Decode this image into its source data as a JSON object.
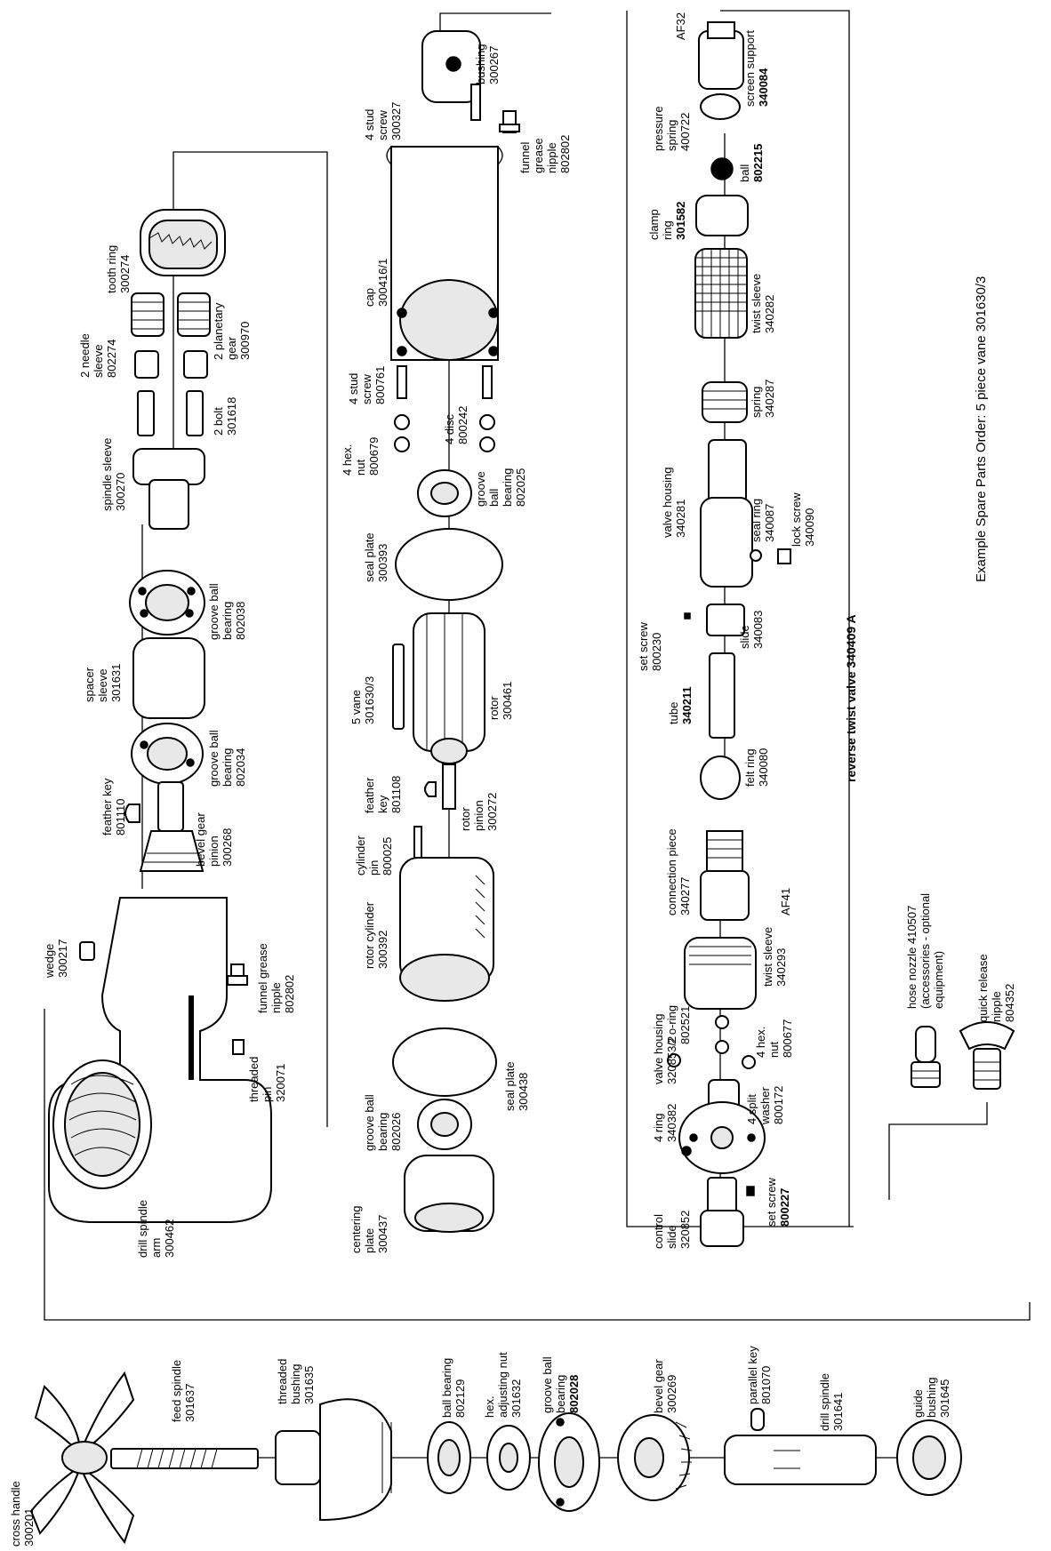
{
  "diagram": {
    "footer_note": "Example Spare Parts Order: 5 piece vane 301630/3",
    "assembly_title": "reverse twist valve 340409 A",
    "labels": {
      "cross_handle": [
        "cross handle",
        "300201"
      ],
      "feed_spindle": [
        "feed spindle",
        "301637"
      ],
      "threaded_bushing": [
        "threaded",
        "bushing",
        "301635"
      ],
      "ball_bearing_802129": [
        "ball bearing",
        "802129"
      ],
      "hex_adjusting_nut": [
        "hex.",
        "adjusting nut",
        "301632"
      ],
      "groove_ball_802028": [
        "groove ball",
        "bearing",
        "802028"
      ],
      "bevel_gear_300269": [
        "bevel gear",
        "300269"
      ],
      "parallel_key": [
        "parallel key",
        "801070"
      ],
      "drill_spindle": [
        "drill spindle",
        "301641"
      ],
      "guide_bushing": [
        "guide",
        "bushing",
        "301645"
      ],
      "drill_spindle_arm": [
        "drill spindle",
        "arm",
        "300462"
      ],
      "wedge": [
        "wedge",
        "300217"
      ],
      "funnel_grease_802802_a": [
        "funnel grease",
        "nipple",
        "802802"
      ],
      "threaded_pin": [
        "threaded",
        "pin",
        "320071"
      ],
      "feather_key_801110": [
        "feather key",
        "801110"
      ],
      "bevel_gear_pinion": [
        "bevel gear",
        "pinion",
        "300268"
      ],
      "groove_ball_802034": [
        "groove ball",
        "bearing",
        "802034"
      ],
      "spacer_sleeve": [
        "spacer",
        "sleeve",
        "301631"
      ],
      "groove_ball_802038": [
        "groove ball",
        "bearing",
        "802038"
      ],
      "spindle_sleeve": [
        "spindle sleeve",
        "300270"
      ],
      "bolt": [
        "2  bolt",
        "301618"
      ],
      "needle_sleeve": [
        "2 needle",
        "sleeve",
        "802274"
      ],
      "planetary_gear": [
        "2 planetary",
        "gear",
        "300970"
      ],
      "tooth_ring": [
        "tooth ring",
        "300274"
      ],
      "centering_plate": [
        "centering",
        "plate",
        "300437"
      ],
      "groove_ball_802026": [
        "groove ball",
        "bearing",
        "802026"
      ],
      "seal_plate_300438": [
        "seal plate",
        "300438"
      ],
      "rotor_cylinder": [
        "rotor cylinder",
        "300392"
      ],
      "cylinder_pin": [
        "cylinder",
        "pin",
        "800025"
      ],
      "feather_key_801108": [
        "feather",
        "key",
        "801108"
      ],
      "rotor_pinion": [
        "rotor",
        "pinion",
        "300272"
      ],
      "vane": [
        "5  vane",
        "301630/3"
      ],
      "rotor": [
        "rotor",
        "300461"
      ],
      "seal_plate_300393": [
        "seal plate",
        "300393"
      ],
      "groove_ball_802025": [
        "groove",
        "ball",
        "bearing",
        "802025"
      ],
      "hex_nut_800679": [
        "4 hex.",
        "nut",
        "800679"
      ],
      "disc": [
        "4 disc",
        "800242"
      ],
      "stud_screw_800761": [
        "4 stud",
        "screw",
        "800761"
      ],
      "cap": [
        "cap",
        "300416/1"
      ],
      "stud_screw_300327": [
        "4 stud",
        "screw",
        "300327"
      ],
      "bushing_300267": [
        "bushing",
        "300267"
      ],
      "funnel_grease_802802_b": [
        "funnel",
        "grease",
        "nipple",
        "802802"
      ],
      "control_slide": [
        "control",
        "slide",
        "320852"
      ],
      "set_screw_800227": [
        "set screw",
        "800227"
      ],
      "ring_340382": [
        "4  ring",
        "340382"
      ],
      "valve_housing_320853": [
        "valve housing",
        "320853/2"
      ],
      "split_washer": [
        "4 split",
        "washer",
        "800172"
      ],
      "o_ring": [
        "2  o-ring",
        "802521"
      ],
      "hex_nut_800677": [
        "4 hex.",
        "nut",
        "800677"
      ],
      "twist_sleeve_340293": [
        "twist sleeve",
        "340293"
      ],
      "connection_piece": [
        "connection piece",
        "340277"
      ],
      "af41": [
        "AF41"
      ],
      "felt_ring": [
        "felt ring",
        "340080"
      ],
      "tube": [
        "tube",
        "340211"
      ],
      "set_screw_800230": [
        "set screw",
        "800230"
      ],
      "slide_340083": [
        "slide",
        "340083"
      ],
      "valve_housing_340281": [
        "valve housing",
        "340281"
      ],
      "seal_ring": [
        "seal ring",
        "340087"
      ],
      "lock_screw": [
        "lock screw",
        "340090"
      ],
      "spring_340287": [
        "spring",
        "340287"
      ],
      "twist_sleeve_340282": [
        "twist sleeve",
        "340282"
      ],
      "clamp_ring": [
        "clamp",
        "ring",
        "301582"
      ],
      "ball": [
        "ball",
        "802215"
      ],
      "pressure_spring": [
        "pressure",
        "spring",
        "400722"
      ],
      "screen_support": [
        "screen support",
        "340084"
      ],
      "af32": [
        "AF32"
      ],
      "hose_nozzle": [
        "hose nozzle 410507",
        "(accessories - optional",
        "equipment)"
      ],
      "quick_release": [
        "quick release",
        "nipple",
        "804352"
      ]
    }
  }
}
